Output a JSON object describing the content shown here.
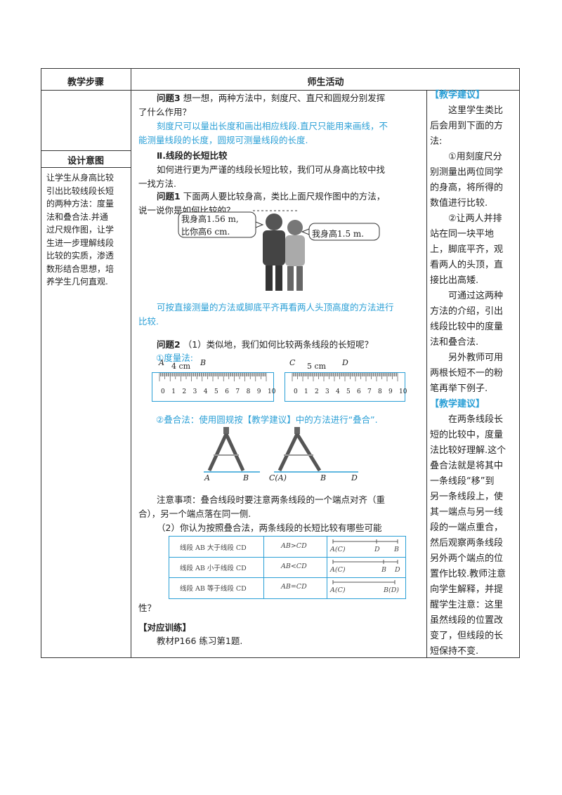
{
  "header": {
    "col1": "教学步骤",
    "col2": "师生活动"
  },
  "left": {
    "design_title": "设计意图",
    "design_text": [
      "让学生从身高比较",
      "引出比较线段长短",
      "的两种方法：度量",
      "法和叠合法.并通",
      "过尺规作图，让学",
      "生进一步理解线段",
      "比较的实质，渗透",
      "数形结合思想，培",
      "养学生几何直观."
    ]
  },
  "main": {
    "q3_label": "问题3",
    "q3_text1": "想一想，两种方法中，刻度尺、直尺和圆规分别发挥",
    "q3_text2": "了什么作用？",
    "q3_answer1": "刻度尺可以量出长度和画出相应线段.直尺只能用来画线，不",
    "q3_answer2": "能测量线段的长度，圆规可测量线段的长度.",
    "section_title": "Ⅱ.线段的长短比较",
    "intro1": "如何进行更为严谨的线段长短比较，我们可从身高比较中找",
    "intro2": "一找方法.",
    "q1_label": "问题1",
    "q1_text1": "下面两人要比较身高，类比上面尺规作图中的方法，",
    "q1_text2": "说一说你是如何比较的？",
    "bubble_left1": "我身高1.56 m,",
    "bubble_left2": "比你高6 cm.",
    "bubble_right": "我身高1.5 m.",
    "q1_answer1": "可按直接测量的方法或脚底平齐再看两人头顶高度的方法进行",
    "q1_answer2": "比较.",
    "q2_label": "问题2",
    "q2_text": "（1）类似地，我们如何比较两条线段的长短呢？",
    "measure_label": "①度量法:",
    "ruler1": {
      "start": "A",
      "end": "B",
      "length": "4 cm"
    },
    "ruler2": {
      "start": "C",
      "end": "D",
      "length": "5 cm"
    },
    "ruler_ticks": [
      "0",
      "1",
      "2",
      "3",
      "4",
      "5",
      "6",
      "7",
      "8",
      "9",
      "10"
    ],
    "overlap_label": "②叠合法：使用圆规按【教学建议】中的方法进行“叠合”.",
    "compass1": {
      "a": "A",
      "b": "B"
    },
    "compass2": {
      "c": "C(A)",
      "b": "B",
      "d": "D"
    },
    "note1": "注意事项：叠合线段时要注意两条线段的一个端点对齐（重",
    "note2": "合），另一个端点落在同一侧.",
    "q2_part2": "（2）你认为按照叠合法，两条线段的长短比较有哪些可能",
    "q2_part2_end": "性？",
    "compare_rows": [
      {
        "desc": "线段 AB 大于线段 CD",
        "rel": "AB>CD",
        "labels": [
          "A(C)",
          "D",
          "B"
        ]
      },
      {
        "desc": "线段 AB 小于线段 CD",
        "rel": "AB<CD",
        "labels": [
          "A(C)",
          "B",
          "D"
        ]
      },
      {
        "desc": "线段 AB 等于线段 CD",
        "rel": "AB=CD",
        "labels": [
          "A(C)",
          "B(D)"
        ]
      }
    ],
    "practice_title": "【对应训练】",
    "practice_text": "教材P166 练习第1题."
  },
  "right": {
    "tag1": "【教学建议】",
    "para1": [
      "这里学生类比",
      "后会用到下面的方",
      "法:"
    ],
    "para2": [
      "①用刻度尺分",
      "别测量出两位同学",
      "的身高，将所得的",
      "数值进行比较."
    ],
    "para3": [
      "②让两人并排",
      "站在同一块平地",
      "上，脚底平齐，观",
      "看两人的头顶，直",
      "接比出高矮."
    ],
    "para4": [
      "可通过这两种",
      "方法的介绍，引出",
      "线段比较中的度量",
      "法和叠合法."
    ],
    "para5": [
      "另外教师可用",
      "两根长短不一的粉",
      "笔再举下例子."
    ],
    "tag2": "【教学建议】",
    "para6": [
      "在两条线段长",
      "短的比较中，度量",
      "法比较好理解.这个",
      "叠合法就是将其中",
      "一条线段“移”到",
      "另一条线段上，使",
      "其一端点与另一线",
      "段的一端点重合，",
      "然后观察两条线段",
      "另外两个端点的位",
      "置作比较.教师注意",
      "向学生解释，并提",
      "醒学生注意：这里",
      "虽然线段的位置改",
      "变了，但线段的长",
      "短保持不变."
    ]
  }
}
